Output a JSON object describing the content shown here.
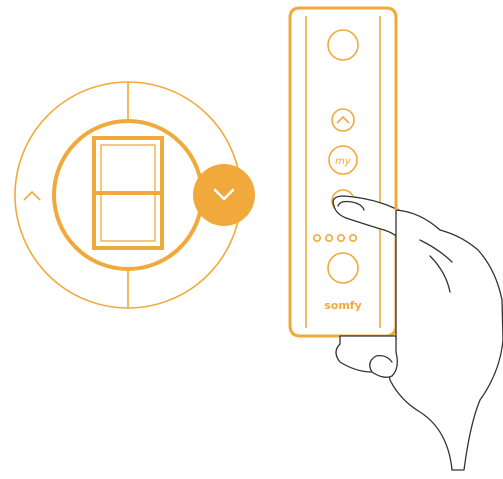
{
  "colors": {
    "accent": "#f2a93b",
    "accent_fill": "#f2a93b",
    "line": "#333333",
    "background": "#ffffff"
  },
  "remote": {
    "brand_label": "somfy",
    "my_button_label": "my",
    "up_icon": "chevron-up-icon",
    "down_icon": "chevron-down-icon",
    "indicator_count": 4
  },
  "wall_switch": {
    "up_icon": "chevron-up-icon",
    "down_icon": "chevron-down-icon",
    "highlighted_button": "down"
  }
}
